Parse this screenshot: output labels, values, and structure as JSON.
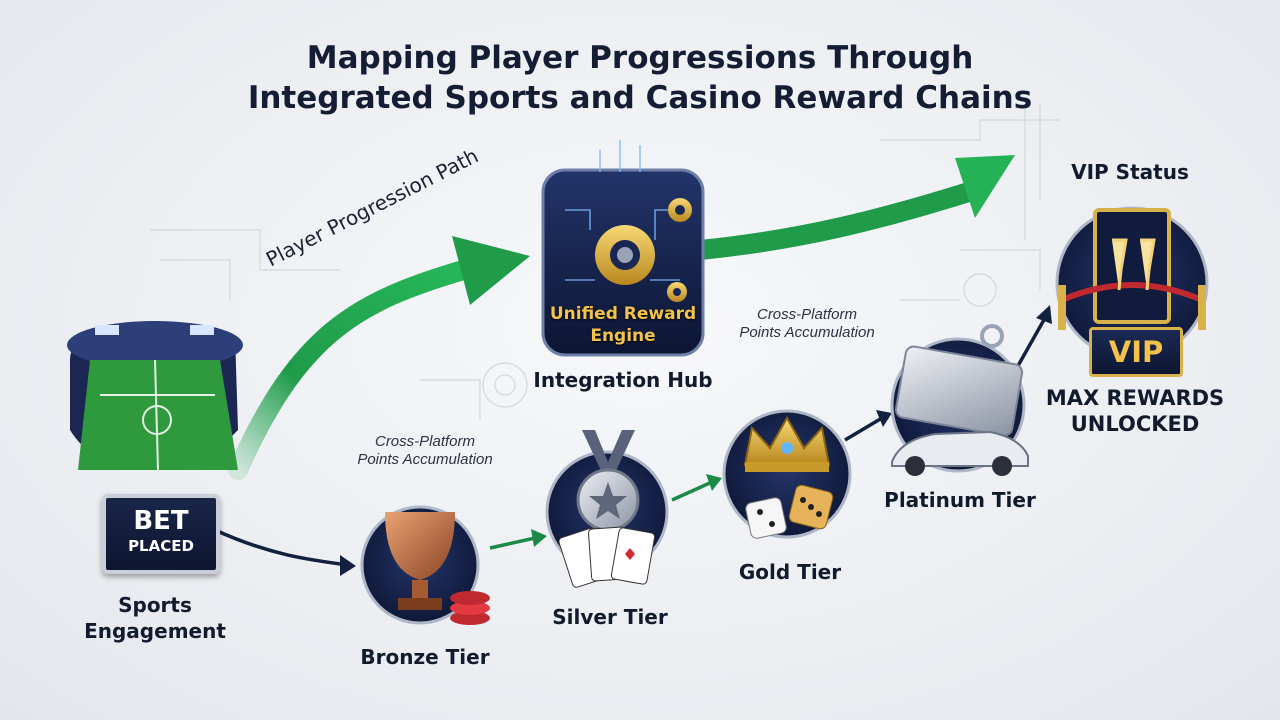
{
  "title": {
    "line1": "Mapping Player Progressions Through",
    "line2": "Integrated Sports and Casino Reward Chains"
  },
  "progression_path_label": "Player Progression Path",
  "hub": {
    "engine_line1": "Unified Reward",
    "engine_line2": "Engine",
    "label": "Integration Hub",
    "note_line1": "Cross-Platform",
    "note_line2": "Points Accumulation"
  },
  "lower_note": {
    "line1": "Cross-Platform",
    "line2": "Points Accumulation"
  },
  "sports": {
    "bet_line1": "BET",
    "bet_line2": "PLACED",
    "label_line1": "Sports",
    "label_line2": "Engagement"
  },
  "tiers": {
    "bronze": "Bronze Tier",
    "silver": "Silver Tier",
    "gold": "Gold Tier",
    "platinum": "Platinum Tier"
  },
  "vip": {
    "status": "VIP Status",
    "plate": "VIP",
    "max_line1": "MAX REWARDS",
    "max_line2": "UNLOCKED"
  },
  "colors": {
    "navy": "#14204a",
    "green_arrow": "#1f9b4a",
    "gold": "#f2c24a",
    "bronze": "#b8643a"
  },
  "icons": [
    "stadium-icon",
    "gear-icon",
    "trophy-icon",
    "medal-icon",
    "playing-cards-icon",
    "crown-icon",
    "dice-icon",
    "card-icon",
    "sports-car-icon",
    "champagne-icon"
  ]
}
